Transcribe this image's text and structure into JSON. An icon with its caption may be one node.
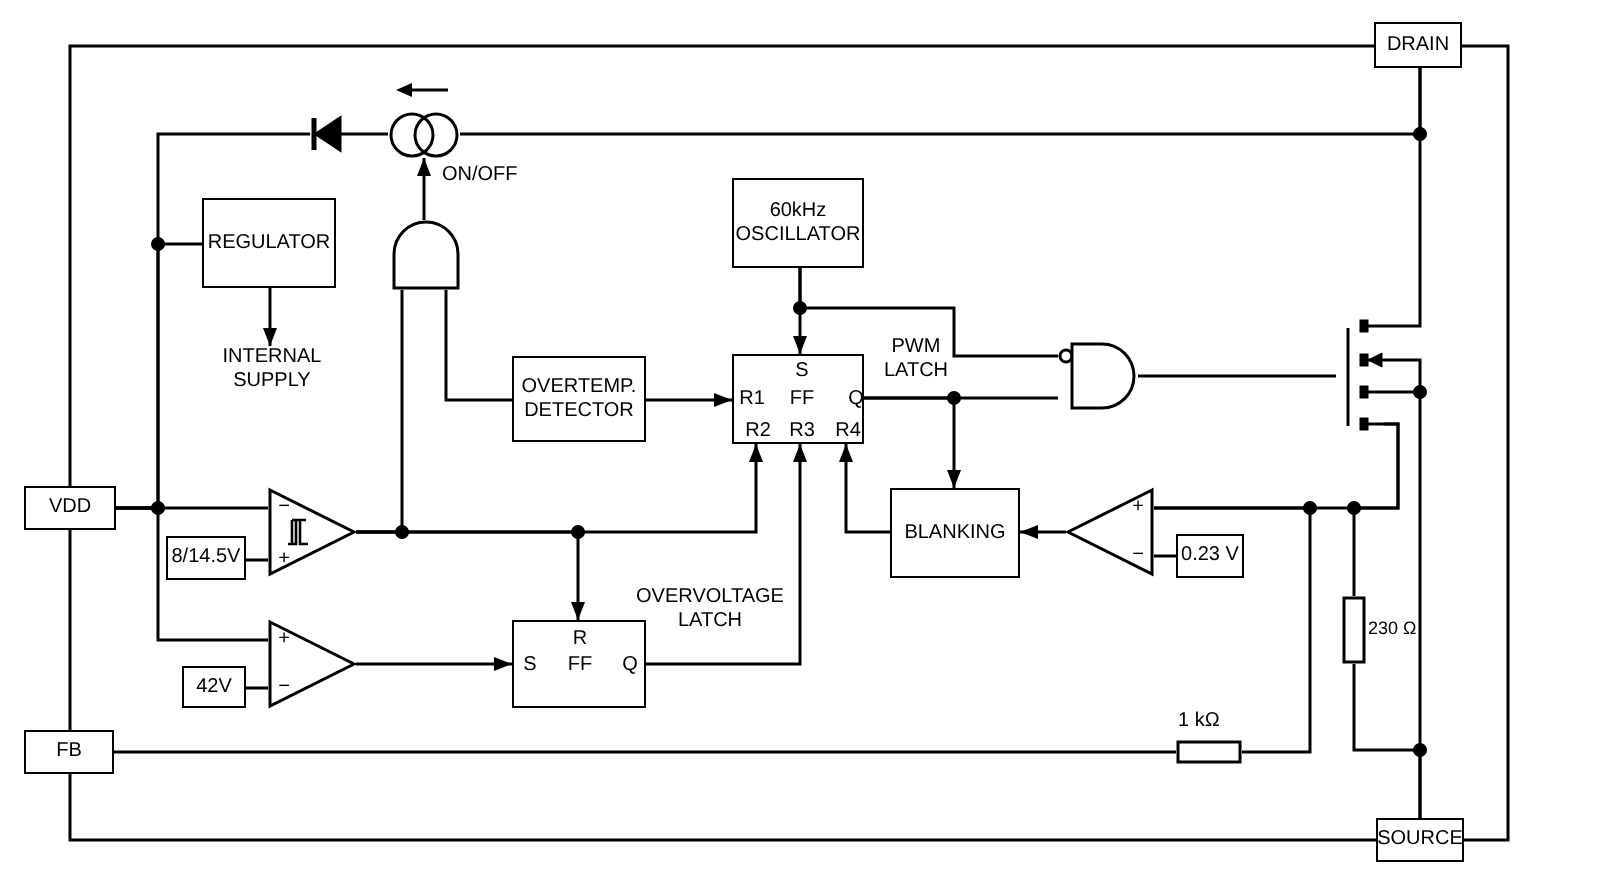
{
  "diagram": {
    "nodes": [
      {
        "text": [
          "DRAIN"
        ]
      },
      {
        "text": [
          "VDD"
        ]
      },
      {
        "text": [
          "FB"
        ]
      },
      {
        "text": [
          "SOURCE"
        ]
      },
      {
        "text": [],
        "shape": "diode"
      },
      {
        "text": [],
        "shape": "circle",
        "beside": [
          "ON/OFF"
        ]
      },
      {
        "text": [
          "REGULATOR"
        ]
      },
      {
        "text": [
          "INTERNAL SUPPLY"
        ]
      },
      {
        "text": [],
        "shape": "gate"
      },
      {
        "text": [
          "60kHz OSCILLATOR"
        ]
      },
      {
        "text": [
          "OVERTEMP. DETECTOR"
        ]
      },
      {
        "text": [
          "S",
          "R1",
          "FF",
          "Q",
          "R2",
          "R3",
          "R4"
        ],
        "beside": [
          "PWM LATCH"
        ]
      },
      {
        "text": [],
        "shape": "gate"
      },
      {
        "text": [],
        "shape": "transistor"
      },
      {
        "text": [
          "−",
          "+"
        ]
      },
      {
        "text": [
          "8/14.5V"
        ]
      },
      {
        "text": [
          "+",
          "−"
        ]
      },
      {
        "text": [
          "42V"
        ]
      },
      {
        "text": [
          "R",
          "S",
          "FF",
          "Q"
        ],
        "beside": [
          "OVERVOLTAGE LATCH"
        ]
      },
      {
        "text": [
          "BLANKING"
        ]
      },
      {
        "text": [
          "+",
          "−"
        ]
      },
      {
        "text": [
          "0.23 V"
        ]
      },
      {
        "text": [],
        "shape": "resistor",
        "beside": [
          "230 Ω"
        ]
      },
      {
        "text": [],
        "shape": "resistor",
        "beside": [
          "1 kΩ"
        ]
      }
    ],
    "edges": [
      {
        "from": 0,
        "to": 13,
        "arrow": "none"
      },
      {
        "from": 0,
        "to": 5,
        "arrow": "none"
      },
      {
        "from": 5,
        "to": 4,
        "arrow": "none"
      },
      {
        "from": 4,
        "to": 1,
        "arrow": "none"
      },
      {
        "from": 1,
        "to": 6,
        "arrow": "none"
      },
      {
        "from": 6,
        "to": 7,
        "arrow": "to"
      },
      {
        "from": 1,
        "to": 14,
        "arrow": "none"
      },
      {
        "from": 1,
        "to": 16,
        "arrow": "none"
      },
      {
        "from": 15,
        "to": 14,
        "arrow": "none"
      },
      {
        "from": 17,
        "to": 16,
        "arrow": "none"
      },
      {
        "from": 8,
        "to": 5,
        "arrow": "to"
      },
      {
        "from": 14,
        "to": 8,
        "arrow": "none"
      },
      {
        "from": 10,
        "to": 8,
        "arrow": "none"
      },
      {
        "from": 10,
        "to": 11,
        "arrow": "to"
      },
      {
        "from": 14,
        "to": 11,
        "arrow": "to"
      },
      {
        "from": 14,
        "to": 18,
        "arrow": "to"
      },
      {
        "from": 16,
        "to": 18,
        "arrow": "to"
      },
      {
        "from": 18,
        "to": 11,
        "arrow": "to"
      },
      {
        "from": 9,
        "to": 11,
        "arrow": "to"
      },
      {
        "from": 9,
        "to": 12,
        "arrow": "none"
      },
      {
        "from": 11,
        "to": 12,
        "arrow": "none"
      },
      {
        "from": 11,
        "to": 19,
        "arrow": "to"
      },
      {
        "from": 19,
        "to": 11,
        "arrow": "to"
      },
      {
        "from": 20,
        "to": 19,
        "arrow": "to"
      },
      {
        "from": 21,
        "to": 20,
        "arrow": "none"
      },
      {
        "from": 12,
        "to": 13,
        "arrow": "none"
      },
      {
        "from": 13,
        "to": 20,
        "arrow": "none"
      },
      {
        "from": 13,
        "to": 22,
        "arrow": "none"
      },
      {
        "from": 23,
        "to": 20,
        "arrow": "none"
      },
      {
        "from": 2,
        "to": 23,
        "arrow": "none"
      },
      {
        "from": 22,
        "to": 3,
        "arrow": "none"
      },
      {
        "from": 13,
        "to": 3,
        "arrow": "none"
      }
    ]
  }
}
